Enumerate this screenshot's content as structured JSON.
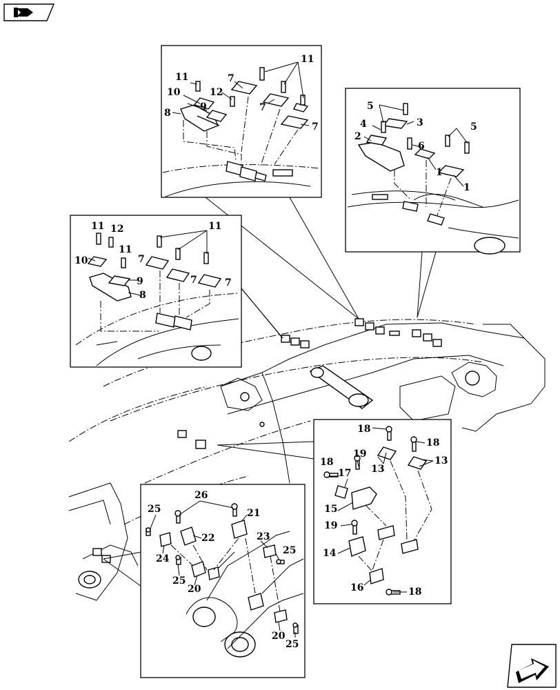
{
  "nav": {
    "prev_icon": "book-back-icon",
    "next_icon": "next-page-arrow-icon"
  },
  "labels": {
    "l1": "1",
    "l2": "2",
    "l3": "3",
    "l4": "4",
    "l5": "5",
    "l6": "6",
    "l7": "7",
    "l8": "8",
    "l9": "9",
    "l10": "10",
    "l11": "11",
    "l12": "12",
    "l13": "13",
    "l14": "14",
    "l15": "15",
    "l16": "16",
    "l17": "17",
    "l18": "18",
    "l19": "19",
    "l20": "20",
    "l21": "21",
    "l22": "22",
    "l23": "23",
    "l24": "24",
    "l25": "25",
    "l26": "26"
  }
}
